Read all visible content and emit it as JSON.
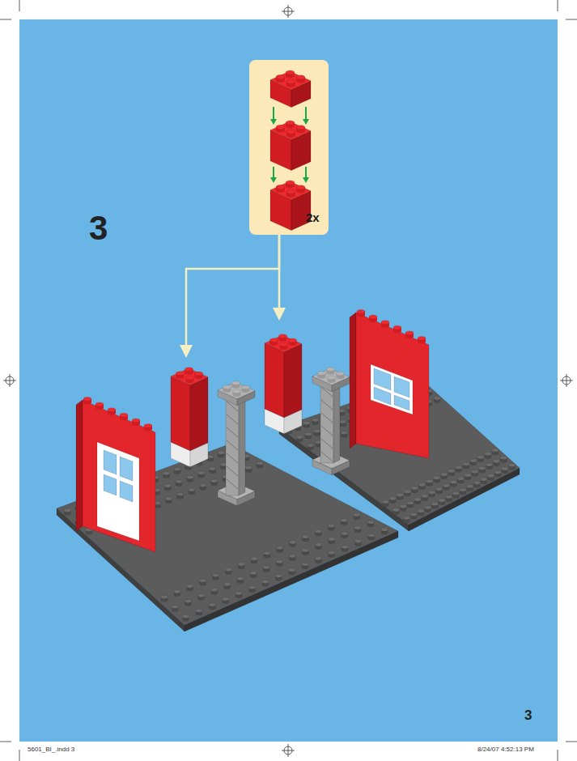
{
  "diagram": {
    "nodes": [
      {
        "text": [
          "2x"
        ]
      }
    ],
    "labels": [
      "3",
      "3",
      "5601_BI_.indd 3",
      "8/24/07 4:52:13 PM"
    ]
  }
}
